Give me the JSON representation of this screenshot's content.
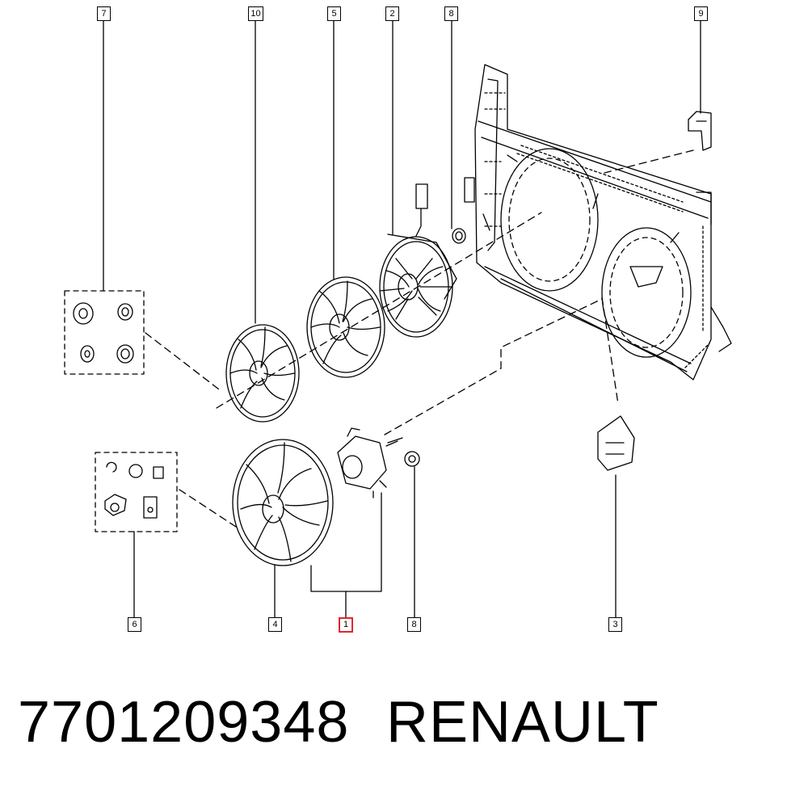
{
  "callouts": {
    "c7": "7",
    "c10": "10",
    "c5": "5",
    "c2": "2",
    "c8_top": "8",
    "c9": "9",
    "c6": "6",
    "c4": "4",
    "c1": "1",
    "c8_bottom": "8",
    "c3": "3"
  },
  "footer": {
    "part_number": "7701209348",
    "brand": "RENAULT"
  },
  "colors": {
    "line": "#000000",
    "highlight": "#e0282e",
    "background": "#ffffff"
  }
}
